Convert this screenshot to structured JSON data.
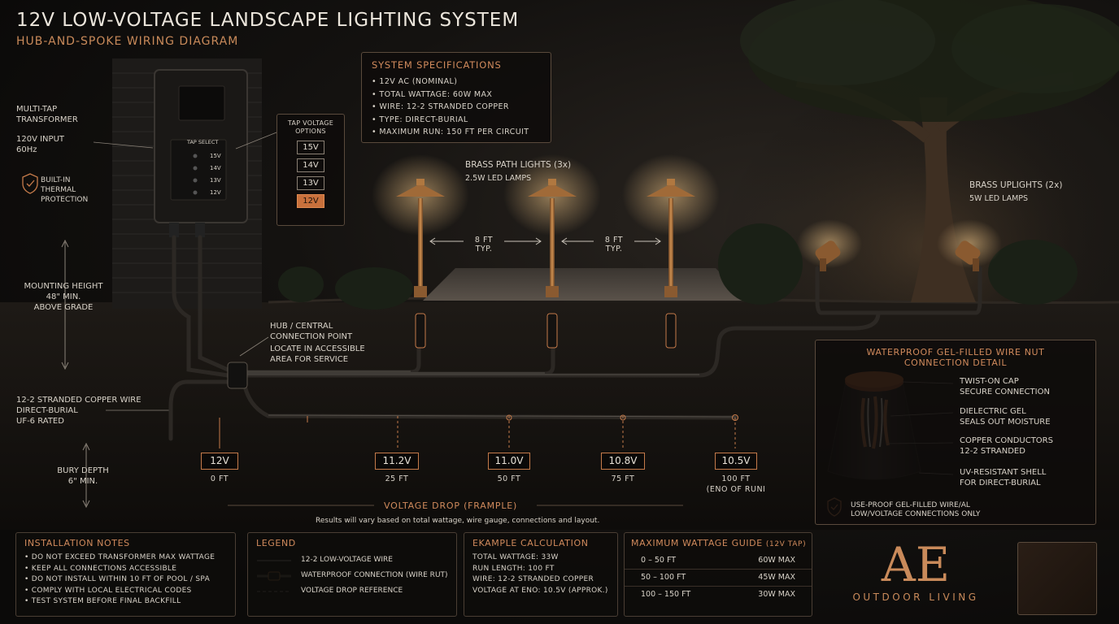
{
  "header": {
    "title": "12V LOW-VOLTAGE LANDSCAPE LIGHTING SYSTEM",
    "subtitle": "HUB-AND-SPOKE WIRING DIAGRAM"
  },
  "transformer": {
    "label": "MULTI-TAP\nTRANSFORMER",
    "input": "120V INPUT\n60Hz",
    "protection": "BUILT-IN\nTHERMAL\nPROTECTION",
    "panel_label": "TAP SELECT",
    "panel_taps": [
      "15V",
      "14V",
      "13V",
      "12V"
    ],
    "mounting": "MOUNTING HEIGHT\n48\" MIN.\nABOVE GRADE"
  },
  "tap_options": {
    "heading": "TAP VOLTAGE\nOPTIONS",
    "options": [
      "15V",
      "14V",
      "13V",
      "12V"
    ],
    "selected": "12V"
  },
  "specs": {
    "heading": "SYSTEM SPECIFICATIONS",
    "items": [
      "• 12V AC (NOMINAL)",
      "• TOTAL WATTAGE: 60W MAX",
      "• WIRE: 12-2 STRANDED COPPER",
      "• TYPE: DIRECT-BURIAL",
      "• MAXIMUM RUN: 150 FT PER CIRCUIT"
    ]
  },
  "path_lights": {
    "label": "BRASS PATH LIGHTS (3x)",
    "lamp": "2.5W LED LAMPS",
    "spacing": [
      "8 FT\nTYP.",
      "8 FT\nTYP."
    ]
  },
  "uplights": {
    "label": "BRASS UPLIGHTS (2x)",
    "lamp": "5W LED LAMPS"
  },
  "hub": {
    "label": "HUB / CENTRAL\nCONNECTION POINT",
    "note": "LOCATE IN ACCESSIBLE\nAREA FOR SERVICE"
  },
  "wire": {
    "label": "12-2 STRANDED COPPER WIRE\nDIRECT-BURIAL\nUF-6 RATED",
    "bury_depth": "BURY DEPTH\n6\" MIN."
  },
  "voltage_drop": {
    "title": "VOLTAGE DROP (FRAMPLE)",
    "note": "Results will vary based on total wattage, wire gauge, connections and layout.",
    "points": [
      {
        "voltage": "12V",
        "distance": "0 FT",
        "voltage_value": 12.0,
        "distance_ft": 0
      },
      {
        "voltage": "11.2V",
        "distance": "25 FT",
        "voltage_value": 11.2,
        "distance_ft": 25
      },
      {
        "voltage": "11.0V",
        "distance": "50 FT",
        "voltage_value": 11.0,
        "distance_ft": 50
      },
      {
        "voltage": "10.8V",
        "distance": "75 FT",
        "voltage_value": 10.8,
        "distance_ft": 75
      },
      {
        "voltage": "10.5V",
        "distance": "100 FT\n(ENO OF RUNI",
        "voltage_value": 10.5,
        "distance_ft": 100
      }
    ]
  },
  "wire_nut_detail": {
    "heading": "WATERPROOF GEL-FILLED WIRE NUT\nCONNECTION DETAIL",
    "callouts": [
      "TWIST-ON CAP\nSECURE CONNECTION",
      "DIELECTRIC GEL\nSEALS OUT MOISTURE",
      "COPPER CONDUCTORS\n12-2 STRANDED",
      "UV-RESISTANT SHELL\nFOR DIRECT-BURIAL"
    ],
    "footnote": "USE-PROOF GEL-FILLED WIRE/AL\nLOW/VOLTAGE CONNECTIONS ONLY"
  },
  "installation_notes": {
    "heading": "INSTALLATION NOTES",
    "items": [
      "• DO NOT EXCEED TRANSFORMER MAX WATTAGE",
      "• KEEP ALL CONNECTIONS ACCESSIBLE",
      "• DO NOT INSTALL WITHIN 10 FT OF POOL / SPA",
      "• COMPLY WITH LOCAL ELECTRICAL CODES",
      "• TEST SYSTEM BEFORE FINAL BACKFILL"
    ]
  },
  "legend": {
    "heading": "LEGEND",
    "items": [
      "12-2 LOW-VOLTAGE WIRE",
      "WATERPROOF CONNECTION (WIRE RUT)",
      "VOLTAGE DROP REFERENCE"
    ]
  },
  "example_calc": {
    "heading": "EKAMPLE CALCULATION",
    "items": [
      "TOTAL WATTAGE:  33W",
      "RUN LENGTH: 100 FT",
      "WIRE: 12-2 STRANDED COPPER",
      "VOLTAGE AT ENO: 10.5V (APPROK.)"
    ]
  },
  "wattage_guide": {
    "heading": "MAXIMUM WATTAGE GUIDE",
    "heading_note": "(12V TAP)",
    "rows": [
      {
        "range": "0  –  50 FT",
        "max": "60W MAX"
      },
      {
        "range": "50  –  100 FT",
        "max": "45W MAX"
      },
      {
        "range": "100  –  150 FT",
        "max": "30W MAX"
      }
    ]
  },
  "brand": {
    "monogram": "AE",
    "name": "OUTDOOR LIVING"
  },
  "colors": {
    "accent": "#d08a5c",
    "wire": "#2a2622",
    "brass": "#b07840",
    "glow": "#f0c890"
  }
}
